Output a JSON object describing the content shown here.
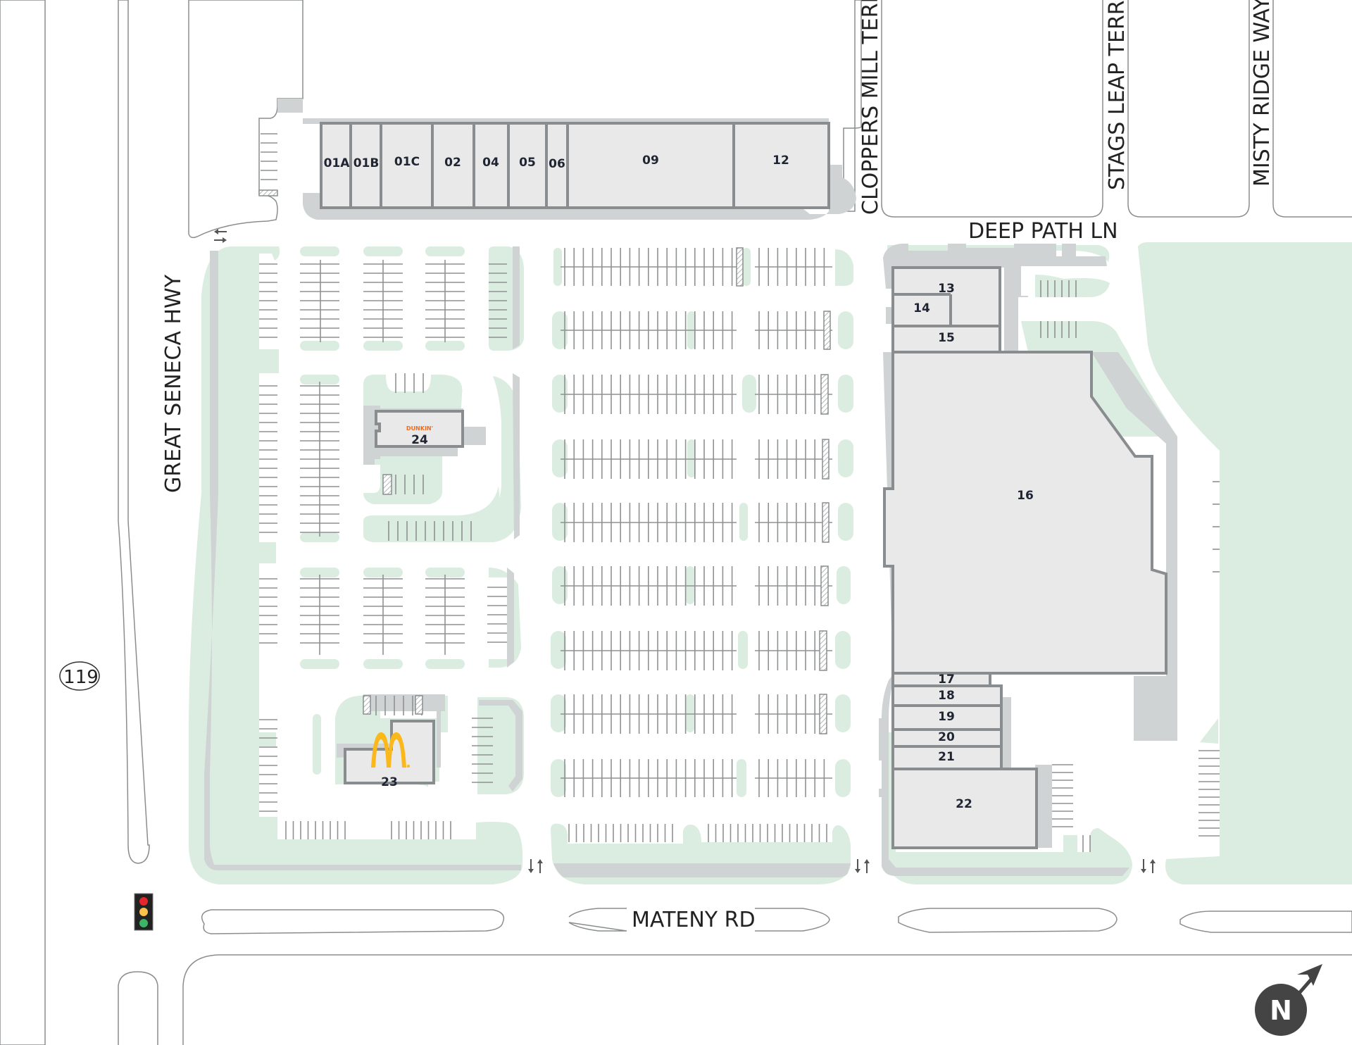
{
  "map": {
    "streets": {
      "great_seneca_hwy": "GREAT SENECA HWY",
      "route_number": "119",
      "cloppers_mill_terr": "CLOPPERS MILL TERR",
      "stags_leap_terr": "STAGS LEAP TERR",
      "misty_ridge_way": "MISTY RIDGE WAY",
      "deep_path_ln": "DEEP PATH LN",
      "mateny_rd": "MATENY RD"
    },
    "compass": {
      "label": "N"
    },
    "colors": {
      "landscape": "#dbece0",
      "sidewalk": "#cfd3d4",
      "building_fill": "#e9e9e9",
      "building_stroke": "#8a8d8f",
      "unit_text": "#1f2533",
      "dunkin_orange": "#f06a1d",
      "mcdonalds_gold": "#fbb81a",
      "traffic_red": "#e5262c",
      "traffic_yellow": "#fcc04b",
      "traffic_green": "#3cb567"
    },
    "top_building_units": [
      {
        "id": "01A",
        "label": "01A"
      },
      {
        "id": "01B",
        "label": "01B"
      },
      {
        "id": "01C",
        "label": "01C"
      },
      {
        "id": "02",
        "label": "02"
      },
      {
        "id": "04",
        "label": "04"
      },
      {
        "id": "05",
        "label": "05"
      },
      {
        "id": "06",
        "label": "06"
      },
      {
        "id": "09",
        "label": "09"
      },
      {
        "id": "12",
        "label": "12"
      }
    ],
    "east_building_units": [
      {
        "id": "13",
        "label": "13"
      },
      {
        "id": "14",
        "label": "14"
      },
      {
        "id": "15",
        "label": "15"
      },
      {
        "id": "16",
        "label": "16"
      },
      {
        "id": "17",
        "label": "17"
      },
      {
        "id": "18",
        "label": "18"
      },
      {
        "id": "19",
        "label": "19"
      },
      {
        "id": "20",
        "label": "20"
      },
      {
        "id": "21",
        "label": "21"
      },
      {
        "id": "22",
        "label": "22"
      }
    ],
    "pad_sites": [
      {
        "id": "24",
        "label": "24",
        "tenant": "DUNKIN'"
      },
      {
        "id": "23",
        "label": "23",
        "tenant": "McDonald's"
      }
    ]
  }
}
